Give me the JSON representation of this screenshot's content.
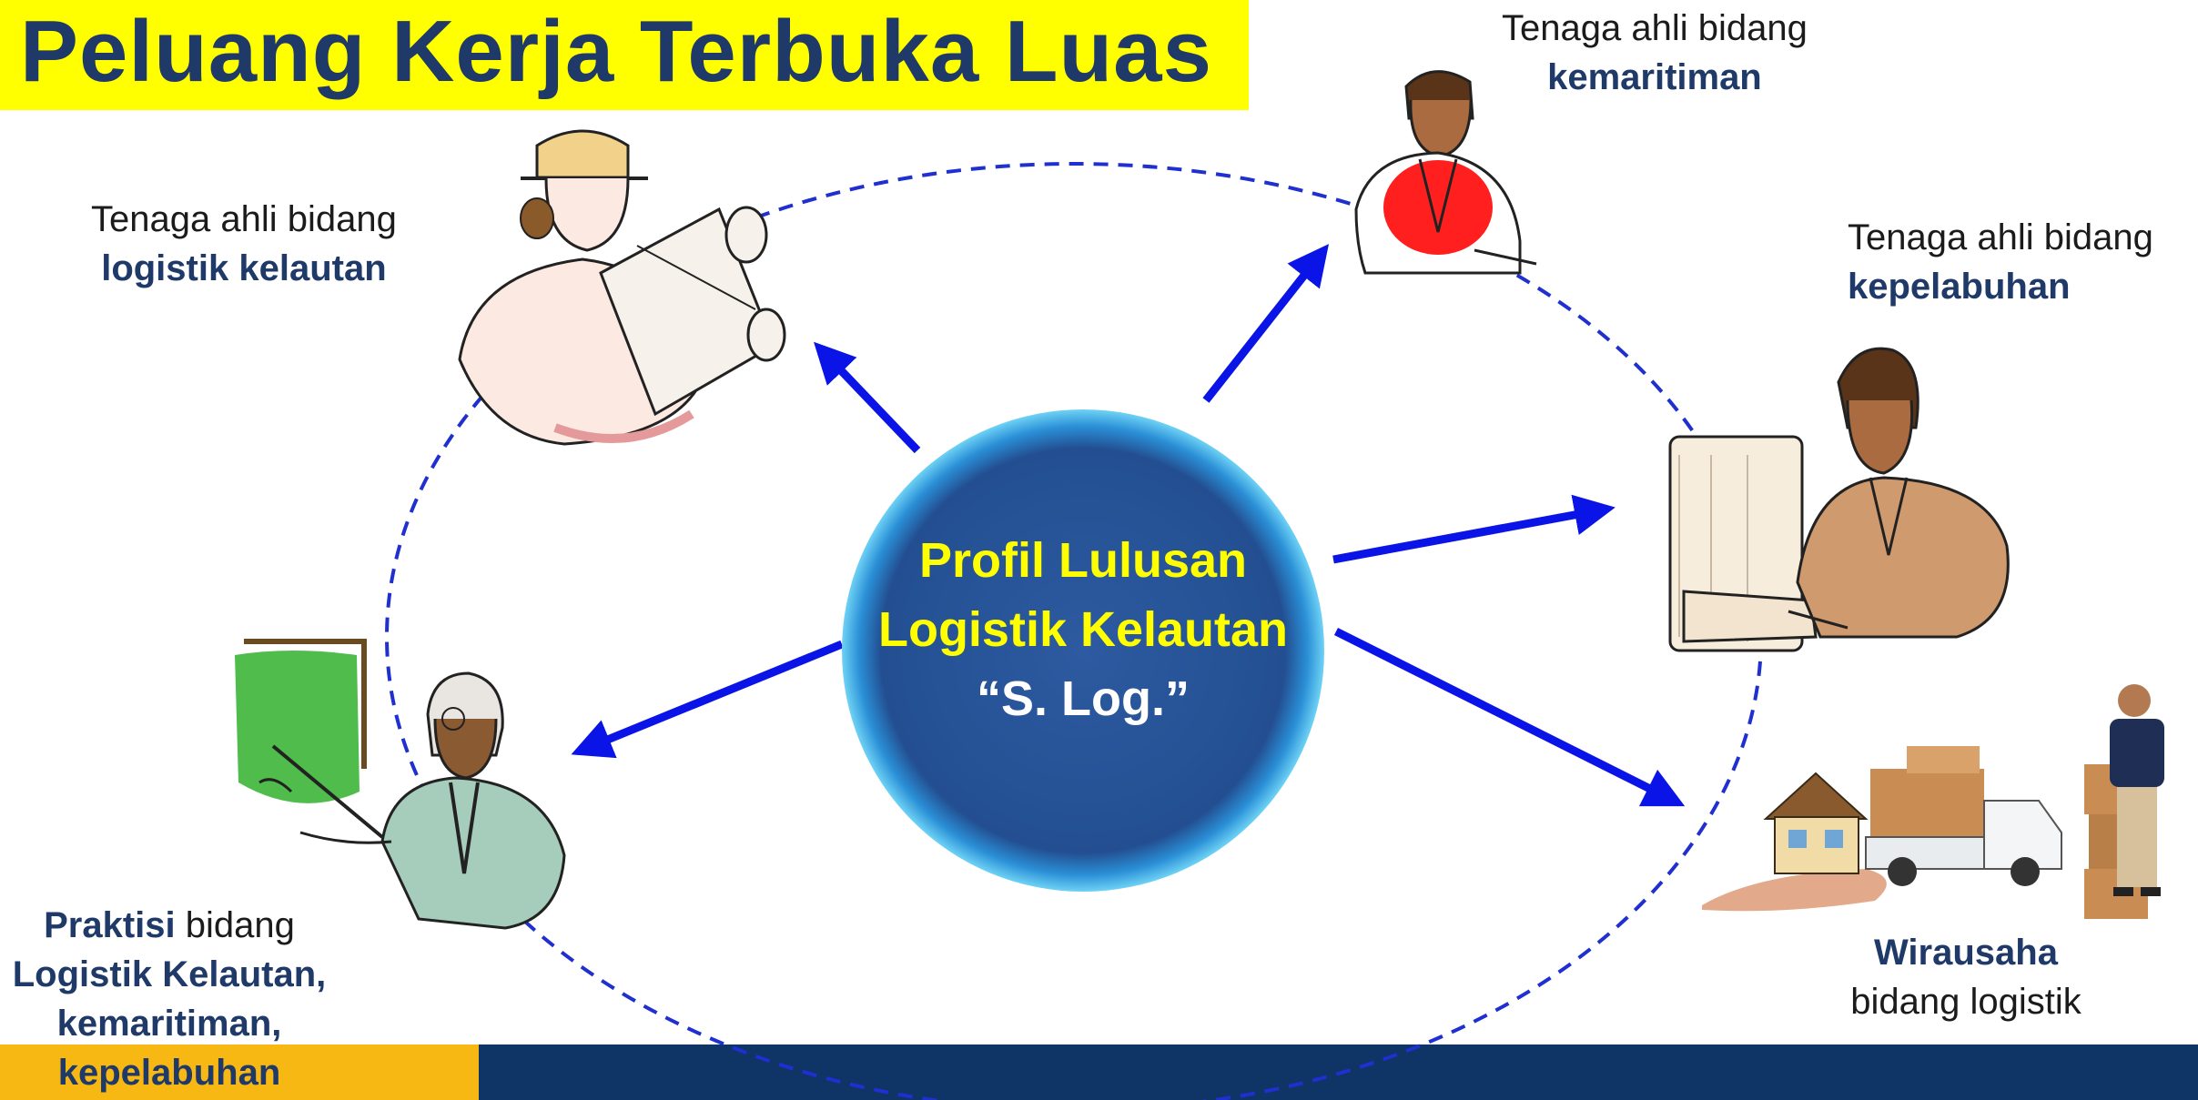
{
  "header": {
    "title": "Peluang Kerja Terbuka Luas"
  },
  "center": {
    "line1": "Profil Lulusan",
    "line2": "Logistik Kelautan",
    "line3": "“S. Log.”"
  },
  "nodes": {
    "logistik": {
      "prefix": "Tenaga ahli bidang",
      "field": "logistik kelautan"
    },
    "kemaritiman": {
      "prefix": "Tenaga ahli bidang",
      "field": "kemaritiman"
    },
    "kepelabuhan": {
      "prefix": "Tenaga ahli bidang",
      "field": "kepelabuhan"
    },
    "praktisi": {
      "role": "Praktisi",
      "suffix": " bidang",
      "line2": "Logistik Kelautan,",
      "line3": "kemaritiman,",
      "line4": "kepelabuhan"
    },
    "wirausaha": {
      "role": "Wirausaha",
      "line2": "bidang logistik"
    }
  },
  "colors": {
    "title_bg": "#ffff00",
    "title_text": "#1f3a68",
    "arrow": "#0a14e6",
    "orbit": "#1f2fd0",
    "circle_fill": "#1f4f95",
    "circle_glow": "#2aa9e6",
    "center_text": "#ffff00",
    "footer_gold": "#f8b814",
    "footer_navy": "#0f3466"
  },
  "icons": [
    "engineer-with-blueprint-icon",
    "businessman-with-red-shirt-icon",
    "man-at-computer-icon",
    "teacher-with-board-icon",
    "house-truck-delivery-icon"
  ]
}
